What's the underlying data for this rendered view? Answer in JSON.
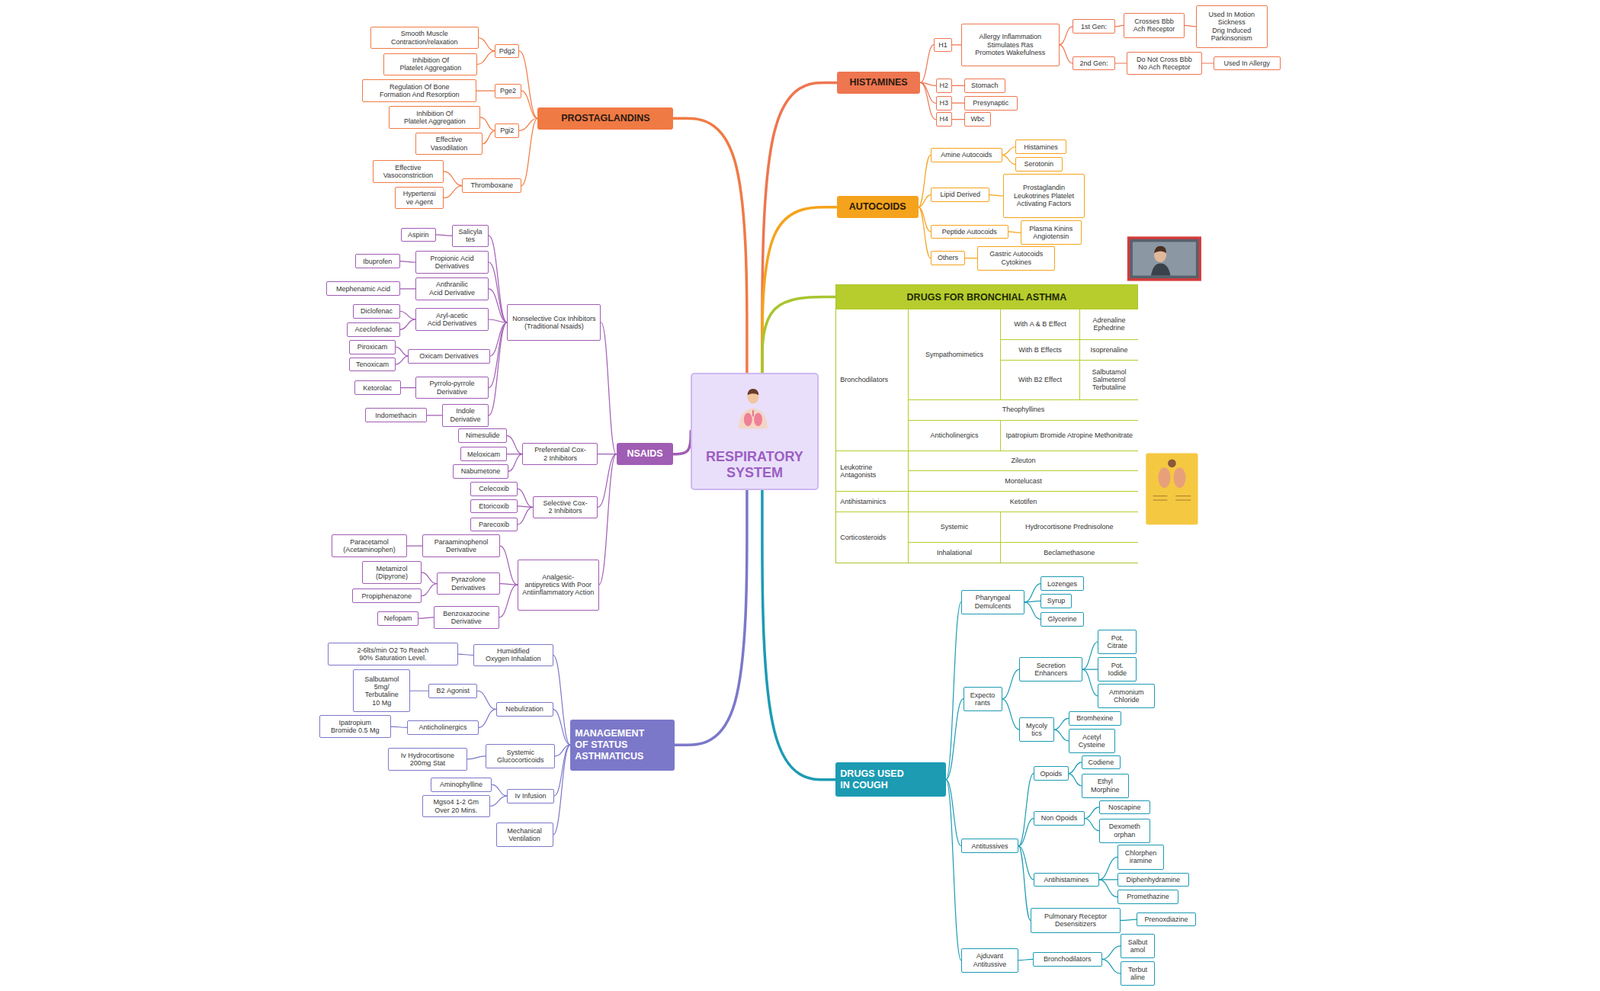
{
  "diagram": {
    "nodes": [
      {
        "text": [
          "RESPIRATORY SYSTEM"
        ]
      },
      {
        "text": [
          "HISTAMINES"
        ]
      },
      {
        "text": [
          "H1"
        ]
      },
      {
        "text": [
          "Allergy Inflammation Stimulates Ras Promotes Wakefulness"
        ]
      },
      {
        "text": [
          "1st Gen:"
        ]
      },
      {
        "text": [
          "Crosses Bbb Ach Receptor"
        ]
      },
      {
        "text": [
          "Used In Motion Sickness Drig Induced Parkinsonism"
        ]
      },
      {
        "text": [
          "2nd Gen:"
        ]
      },
      {
        "text": [
          "Do Not Cross Bbb No Ach Receptor"
        ]
      },
      {
        "text": [
          "Used In Allergy"
        ]
      },
      {
        "text": [
          "H2"
        ]
      },
      {
        "text": [
          "Stomach"
        ]
      },
      {
        "text": [
          "H3"
        ]
      },
      {
        "text": [
          "Presynaptic"
        ]
      },
      {
        "text": [
          "H4"
        ]
      },
      {
        "text": [
          "Wbc"
        ]
      },
      {
        "text": [
          "AUTOCOIDS"
        ]
      },
      {
        "text": [
          "Amine Autocoids"
        ]
      },
      {
        "text": [
          "Histamines"
        ]
      },
      {
        "text": [
          "Serotonin"
        ]
      },
      {
        "text": [
          "Lipid Derived"
        ]
      },
      {
        "text": [
          "Prostaglandin Leukotrines Platelet Activating Factors"
        ]
      },
      {
        "text": [
          "Peptide Autocoids"
        ]
      },
      {
        "text": [
          "Plasma Kinins Angiotensin"
        ]
      },
      {
        "text": [
          "Others"
        ]
      },
      {
        "text": [
          "Gastric Autocoids Cytokines"
        ]
      },
      {
        "text": [
          "DRUGS FOR BRONCHIAL ASTHMA"
        ]
      },
      {
        "text": [
          "DRUGS USED IN COUGH"
        ]
      },
      {
        "text": [
          "Pharyngeal Demulcents"
        ]
      },
      {
        "text": [
          "Lozenges"
        ]
      },
      {
        "text": [
          "Syrup"
        ]
      },
      {
        "text": [
          "Glycerine"
        ]
      },
      {
        "text": [
          "Expecto rants"
        ]
      },
      {
        "text": [
          "Secretion Enhancers"
        ]
      },
      {
        "text": [
          "Pot. Citrate"
        ]
      },
      {
        "text": [
          "Pot. Iodide"
        ]
      },
      {
        "text": [
          "Ammonium Chloride"
        ]
      },
      {
        "text": [
          "Mycoly tics"
        ]
      },
      {
        "text": [
          "Bromhexine"
        ]
      },
      {
        "text": [
          "Acetyl Cysteine"
        ]
      },
      {
        "text": [
          "Antitussives"
        ]
      },
      {
        "text": [
          "Opoids"
        ]
      },
      {
        "text": [
          "Codiene"
        ]
      },
      {
        "text": [
          "Ethyl Morphine"
        ]
      },
      {
        "text": [
          "Non Opoids"
        ]
      },
      {
        "text": [
          "Noscapine"
        ]
      },
      {
        "text": [
          "Dexometh orphan"
        ]
      },
      {
        "text": [
          "Antihistamines"
        ]
      },
      {
        "text": [
          "Chlorphen iramine"
        ]
      },
      {
        "text": [
          "Diphenhydramine"
        ]
      },
      {
        "text": [
          "Promethazine"
        ]
      },
      {
        "text": [
          "Pulmonary Receptor Desensitizers"
        ]
      },
      {
        "text": [
          "Prenoxdiazine"
        ]
      },
      {
        "text": [
          "Ajduvant Antitussive"
        ]
      },
      {
        "text": [
          "Bronchodilators"
        ]
      },
      {
        "text": [
          "Salbut amol"
        ]
      },
      {
        "text": [
          "Terbut aline"
        ]
      },
      {
        "text": [
          "MANAGEMENT OF STATUS ASTHMATICUS"
        ]
      },
      {
        "text": [
          "Humidified Oxygen Inhalation"
        ]
      },
      {
        "text": [
          "2-6lts/min O2 To Reach 90% Saturation Level."
        ]
      },
      {
        "text": [
          "Nebulization"
        ]
      },
      {
        "text": [
          "Β2 Agonist"
        ]
      },
      {
        "text": [
          "Salbutamol 5mg/ Terbutaline 10 Mg"
        ]
      },
      {
        "text": [
          "Anticholinergics"
        ]
      },
      {
        "text": [
          "Ipatropium Bromide 0.5 Mg"
        ]
      },
      {
        "text": [
          "Systemic Glucocorticoids"
        ]
      },
      {
        "text": [
          "Iv Hydrocortisone 200mg Stat"
        ]
      },
      {
        "text": [
          "Iv Infusion"
        ]
      },
      {
        "text": [
          "Aminophylline"
        ]
      },
      {
        "text": [
          "Mgso4 1-2 Gm Over 20 Mins."
        ]
      },
      {
        "text": [
          "Mechanical Ventilation"
        ]
      },
      {
        "text": [
          "NSAIDS"
        ]
      },
      {
        "text": [
          "Nonselective Cox Inhibitors (Traditional Nsaids)"
        ]
      },
      {
        "text": [
          "Salicyla tes"
        ]
      },
      {
        "text": [
          "Aspirin"
        ]
      },
      {
        "text": [
          "Propionic Acid Derivatives"
        ]
      },
      {
        "text": [
          "Ibuprofen"
        ]
      },
      {
        "text": [
          "Anthranilic Acid Derivative"
        ]
      },
      {
        "text": [
          "Mephenamic Acid"
        ]
      },
      {
        "text": [
          "Aryl-acetic Acid Derivatives"
        ]
      },
      {
        "text": [
          "Diclofenac"
        ]
      },
      {
        "text": [
          "Aceclofenac"
        ]
      },
      {
        "text": [
          "Oxicam Derivatives"
        ]
      },
      {
        "text": [
          "Piroxicam"
        ]
      },
      {
        "text": [
          "Tenoxicam"
        ]
      },
      {
        "text": [
          "Pyrrolo-pyrrole Derivative"
        ]
      },
      {
        "text": [
          "Ketorolac"
        ]
      },
      {
        "text": [
          "Indole Derivative"
        ]
      },
      {
        "text": [
          "Indomethacin"
        ]
      },
      {
        "text": [
          "Preferential Cox-2 Inhibitors"
        ]
      },
      {
        "text": [
          "Nimesulide"
        ]
      },
      {
        "text": [
          "Meloxicam"
        ]
      },
      {
        "text": [
          "Nabumetone"
        ]
      },
      {
        "text": [
          "Selective Cox-2 Inhibitors"
        ]
      },
      {
        "text": [
          "Celecoxib"
        ]
      },
      {
        "text": [
          "Etoricoxib"
        ]
      },
      {
        "text": [
          "Parecoxib"
        ]
      },
      {
        "text": [
          "Analgesic-antipyretics With Poor Antiinflammatory Action"
        ]
      },
      {
        "text": [
          "Paraaminophenol Derivative"
        ]
      },
      {
        "text": [
          "Paracetamol (Acetaminophen)"
        ]
      },
      {
        "text": [
          "Pyrazolone Derivatives"
        ]
      },
      {
        "text": [
          "Metamizol (Dipyrone)"
        ]
      },
      {
        "text": [
          "Propiphenazone"
        ]
      },
      {
        "text": [
          "Benzoxazocine Derivative"
        ]
      },
      {
        "text": [
          "Nefopam"
        ]
      },
      {
        "text": [
          "PROSTAGLANDINS"
        ]
      },
      {
        "text": [
          "Pdg2"
        ]
      },
      {
        "text": [
          "Smooth Muscle Contraction/relaxation"
        ]
      },
      {
        "text": [
          "Inhibition Of Platelet Aggregation"
        ]
      },
      {
        "text": [
          "Pge2"
        ]
      },
      {
        "text": [
          "Regulation Of Bone Formation And Resorption"
        ]
      },
      {
        "text": [
          "Pgi2"
        ]
      },
      {
        "text": [
          "Inhibition Of Platelet Aggregation"
        ]
      },
      {
        "text": [
          "Effective Vasodilation"
        ]
      },
      {
        "text": [
          "Thromboxane"
        ]
      },
      {
        "text": [
          "Effective Vasoconstriction"
        ]
      },
      {
        "text": [
          "Hypertensi ve Agent"
        ]
      }
    ],
    "edges": [
      {
        "from": 0,
        "to": 1,
        "arrow": "none"
      },
      {
        "from": 0,
        "to": 16,
        "arrow": "none"
      },
      {
        "from": 0,
        "to": 26,
        "arrow": "none"
      },
      {
        "from": 0,
        "to": 27,
        "arrow": "none"
      },
      {
        "from": 0,
        "to": 57,
        "arrow": "none"
      },
      {
        "from": 0,
        "to": 71,
        "arrow": "none"
      },
      {
        "from": 0,
        "to": 105,
        "arrow": "none"
      },
      {
        "from": 1,
        "to": 2,
        "arrow": "none"
      },
      {
        "from": 2,
        "to": 3,
        "arrow": "none"
      },
      {
        "from": 3,
        "to": 4,
        "arrow": "none"
      },
      {
        "from": 4,
        "to": 5,
        "arrow": "none"
      },
      {
        "from": 5,
        "to": 6,
        "arrow": "none"
      },
      {
        "from": 3,
        "to": 7,
        "arrow": "none"
      },
      {
        "from": 7,
        "to": 8,
        "arrow": "none"
      },
      {
        "from": 8,
        "to": 9,
        "arrow": "none"
      },
      {
        "from": 1,
        "to": 10,
        "arrow": "none"
      },
      {
        "from": 10,
        "to": 11,
        "arrow": "none"
      },
      {
        "from": 1,
        "to": 12,
        "arrow": "none"
      },
      {
        "from": 12,
        "to": 13,
        "arrow": "none"
      },
      {
        "from": 1,
        "to": 14,
        "arrow": "none"
      },
      {
        "from": 14,
        "to": 15,
        "arrow": "none"
      },
      {
        "from": 16,
        "to": 17,
        "arrow": "none"
      },
      {
        "from": 17,
        "to": 18,
        "arrow": "none"
      },
      {
        "from": 17,
        "to": 19,
        "arrow": "none"
      },
      {
        "from": 16,
        "to": 20,
        "arrow": "none"
      },
      {
        "from": 20,
        "to": 21,
        "arrow": "none"
      },
      {
        "from": 16,
        "to": 22,
        "arrow": "none"
      },
      {
        "from": 22,
        "to": 23,
        "arrow": "none"
      },
      {
        "from": 16,
        "to": 24,
        "arrow": "none"
      },
      {
        "from": 24,
        "to": 25,
        "arrow": "none"
      },
      {
        "from": 27,
        "to": 28,
        "arrow": "none"
      },
      {
        "from": 28,
        "to": 29,
        "arrow": "none"
      },
      {
        "from": 28,
        "to": 30,
        "arrow": "none"
      },
      {
        "from": 28,
        "to": 31,
        "arrow": "none"
      },
      {
        "from": 27,
        "to": 32,
        "arrow": "none"
      },
      {
        "from": 32,
        "to": 33,
        "arrow": "none"
      },
      {
        "from": 33,
        "to": 34,
        "arrow": "none"
      },
      {
        "from": 33,
        "to": 35,
        "arrow": "none"
      },
      {
        "from": 33,
        "to": 36,
        "arrow": "none"
      },
      {
        "from": 32,
        "to": 37,
        "arrow": "none"
      },
      {
        "from": 37,
        "to": 38,
        "arrow": "none"
      },
      {
        "from": 37,
        "to": 39,
        "arrow": "none"
      },
      {
        "from": 27,
        "to": 40,
        "arrow": "none"
      },
      {
        "from": 40,
        "to": 41,
        "arrow": "none"
      },
      {
        "from": 41,
        "to": 42,
        "arrow": "none"
      },
      {
        "from": 41,
        "to": 43,
        "arrow": "none"
      },
      {
        "from": 40,
        "to": 44,
        "arrow": "none"
      },
      {
        "from": 44,
        "to": 45,
        "arrow": "none"
      },
      {
        "from": 44,
        "to": 46,
        "arrow": "none"
      },
      {
        "from": 40,
        "to": 47,
        "arrow": "none"
      },
      {
        "from": 47,
        "to": 48,
        "arrow": "none"
      },
      {
        "from": 47,
        "to": 49,
        "arrow": "none"
      },
      {
        "from": 47,
        "to": 50,
        "arrow": "none"
      },
      {
        "from": 40,
        "to": 51,
        "arrow": "none"
      },
      {
        "from": 51,
        "to": 52,
        "arrow": "none"
      },
      {
        "from": 27,
        "to": 53,
        "arrow": "none"
      },
      {
        "from": 53,
        "to": 54,
        "arrow": "none"
      },
      {
        "from": 54,
        "to": 55,
        "arrow": "none"
      },
      {
        "from": 54,
        "to": 56,
        "arrow": "none"
      },
      {
        "from": 57,
        "to": 58,
        "arrow": "none"
      },
      {
        "from": 58,
        "to": 59,
        "arrow": "none"
      },
      {
        "from": 57,
        "to": 60,
        "arrow": "none"
      },
      {
        "from": 60,
        "to": 61,
        "arrow": "none"
      },
      {
        "from": 61,
        "to": 62,
        "arrow": "none"
      },
      {
        "from": 60,
        "to": 63,
        "arrow": "none"
      },
      {
        "from": 63,
        "to": 64,
        "arrow": "none"
      },
      {
        "from": 57,
        "to": 65,
        "arrow": "none"
      },
      {
        "from": 65,
        "to": 66,
        "arrow": "none"
      },
      {
        "from": 57,
        "to": 67,
        "arrow": "none"
      },
      {
        "from": 67,
        "to": 68,
        "arrow": "none"
      },
      {
        "from": 67,
        "to": 69,
        "arrow": "none"
      },
      {
        "from": 57,
        "to": 70,
        "arrow": "none"
      },
      {
        "from": 71,
        "to": 72,
        "arrow": "none"
      },
      {
        "from": 72,
        "to": 73,
        "arrow": "none"
      },
      {
        "from": 73,
        "to": 74,
        "arrow": "none"
      },
      {
        "from": 72,
        "to": 75,
        "arrow": "none"
      },
      {
        "from": 75,
        "to": 76,
        "arrow": "none"
      },
      {
        "from": 72,
        "to": 77,
        "arrow": "none"
      },
      {
        "from": 77,
        "to": 78,
        "arrow": "none"
      },
      {
        "from": 72,
        "to": 79,
        "arrow": "none"
      },
      {
        "from": 79,
        "to": 80,
        "arrow": "none"
      },
      {
        "from": 79,
        "to": 81,
        "arrow": "none"
      },
      {
        "from": 72,
        "to": 82,
        "arrow": "none"
      },
      {
        "from": 82,
        "to": 83,
        "arrow": "none"
      },
      {
        "from": 82,
        "to": 84,
        "arrow": "none"
      },
      {
        "from": 72,
        "to": 85,
        "arrow": "none"
      },
      {
        "from": 85,
        "to": 86,
        "arrow": "none"
      },
      {
        "from": 72,
        "to": 87,
        "arrow": "none"
      },
      {
        "from": 87,
        "to": 88,
        "arrow": "none"
      },
      {
        "from": 71,
        "to": 89,
        "arrow": "none"
      },
      {
        "from": 89,
        "to": 90,
        "arrow": "none"
      },
      {
        "from": 89,
        "to": 91,
        "arrow": "none"
      },
      {
        "from": 89,
        "to": 92,
        "arrow": "none"
      },
      {
        "from": 71,
        "to": 93,
        "arrow": "none"
      },
      {
        "from": 93,
        "to": 94,
        "arrow": "none"
      },
      {
        "from": 93,
        "to": 95,
        "arrow": "none"
      },
      {
        "from": 93,
        "to": 96,
        "arrow": "none"
      },
      {
        "from": 71,
        "to": 97,
        "arrow": "none"
      },
      {
        "from": 97,
        "to": 98,
        "arrow": "none"
      },
      {
        "from": 98,
        "to": 99,
        "arrow": "none"
      },
      {
        "from": 97,
        "to": 100,
        "arrow": "none"
      },
      {
        "from": 100,
        "to": 101,
        "arrow": "none"
      },
      {
        "from": 100,
        "to": 102,
        "arrow": "none"
      },
      {
        "from": 97,
        "to": 103,
        "arrow": "none"
      },
      {
        "from": 103,
        "to": 104,
        "arrow": "none"
      },
      {
        "from": 105,
        "to": 106,
        "arrow": "none"
      },
      {
        "from": 106,
        "to": 107,
        "arrow": "none"
      },
      {
        "from": 106,
        "to": 108,
        "arrow": "none"
      },
      {
        "from": 105,
        "to": 109,
        "arrow": "none"
      },
      {
        "from": 109,
        "to": 110,
        "arrow": "none"
      },
      {
        "from": 105,
        "to": 111,
        "arrow": "none"
      },
      {
        "from": 111,
        "to": 112,
        "arrow": "none"
      },
      {
        "from": 111,
        "to": 113,
        "arrow": "none"
      },
      {
        "from": 105,
        "to": 114,
        "arrow": "none"
      },
      {
        "from": 114,
        "to": 115,
        "arrow": "none"
      },
      {
        "from": 114,
        "to": 116,
        "arrow": "none"
      }
    ],
    "labels": [
      "Bronchodilators",
      "Sympathomimetics",
      "With Α & Β Effect",
      "Adrenaline Ephedrine",
      "With Β Effects",
      "Isoprenaline",
      "With Β2 Effect",
      "Salbutamol Salmeterol Terbutaline",
      "Theophyllines",
      "Anticholinergics",
      "Ipatropium Bromide Atropine Methonitrate",
      "Leukotrine Antagonists",
      "Zileuton",
      "Montelucast",
      "Antihistaminics",
      "Ketotifen",
      "Corticosteroids",
      "Systemic",
      "Hydrocortisone Prednisolone",
      "Inhalational",
      "Beclamethasone"
    ]
  }
}
